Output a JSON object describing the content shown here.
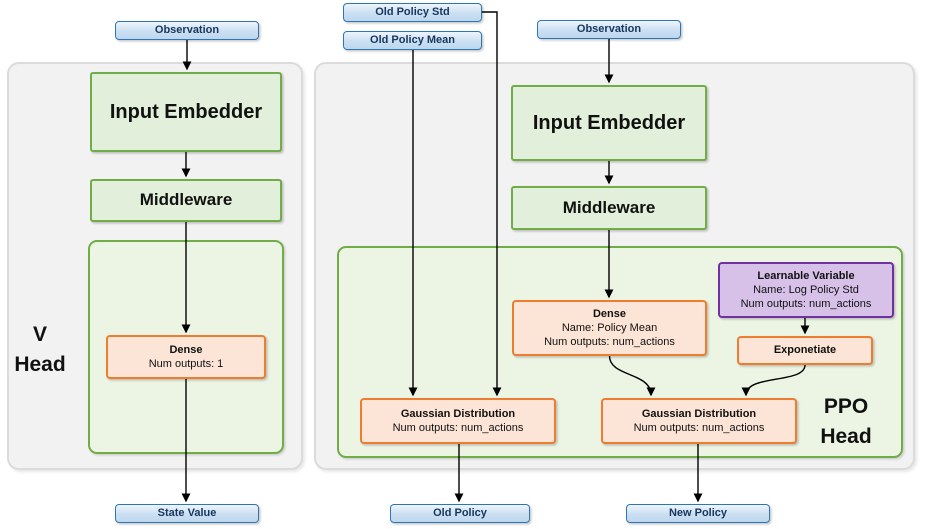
{
  "diagram": {
    "v_head": {
      "panel_label": [
        "V",
        "Head"
      ],
      "observation": "Observation",
      "input_embedder": "Input Embedder",
      "middleware": "Middleware",
      "dense": {
        "title": "Dense",
        "outputs": "Num outputs: 1"
      },
      "state_value": "State Value"
    },
    "ppo_head": {
      "panel_label": [
        "PPO",
        "Head"
      ],
      "old_policy_std": "Old Policy Std",
      "old_policy_mean": "Old Policy Mean",
      "observation": "Observation",
      "input_embedder": "Input Embedder",
      "middleware": "Middleware",
      "dense": {
        "title": "Dense",
        "name": "Name: Policy Mean",
        "outputs": "Num outputs: num_actions"
      },
      "learnable_variable": {
        "title": "Learnable Variable",
        "name": "Name: Log Policy Std",
        "outputs": "Num outputs: num_actions"
      },
      "exponetiate": "Exponetiate",
      "gaussian_old": {
        "title": "Gaussian Distribution",
        "outputs": "Num outputs: num_actions"
      },
      "gaussian_new": {
        "title": "Gaussian Distribution",
        "outputs": "Num outputs: num_actions"
      },
      "old_policy": "Old Policy",
      "new_policy": "New Policy"
    },
    "colors": {
      "terminal_fill": "#BDD7EE",
      "terminal_border": "#2E75B6",
      "green_fill": "#E2EFDA",
      "green_border": "#70AD47",
      "container_fill": "#ECF4E4",
      "orange_fill": "#FCE4D6",
      "orange_border": "#ED7D31",
      "purple_fill": "#D7C1E8",
      "purple_border": "#7030A0",
      "panel_fill": "#F2F2F2",
      "panel_border": "#DBDBDB",
      "arrow": "#000000"
    }
  }
}
